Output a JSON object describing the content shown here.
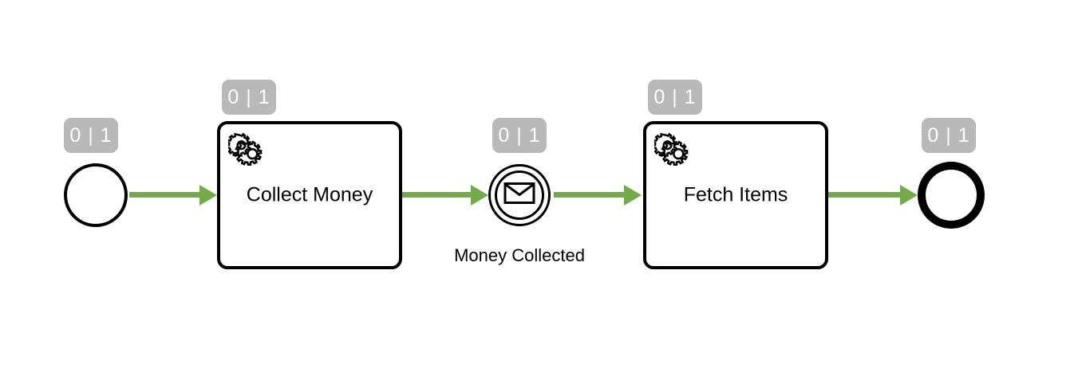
{
  "diagram": {
    "type": "bpmn-process",
    "token_badge_text": "0 | 1",
    "colors": {
      "flow": "#70ad47",
      "badge_bg": "#b9b9b9",
      "badge_text": "#ffffff",
      "stroke": "#000000",
      "canvas": "#ffffff"
    }
  },
  "nodes": {
    "start_event": {
      "name": "start-event",
      "kind": "start-event",
      "badge": "0 | 1",
      "label": ""
    },
    "task_collect_money": {
      "name": "collect-money",
      "kind": "service-task",
      "badge": "0 | 1",
      "label": "Collect Money",
      "icon": "gears-icon"
    },
    "event_money_collected": {
      "name": "money-collected",
      "kind": "intermediate-message-catch-event",
      "badge": "0 | 1",
      "label": "Money Collected",
      "icon": "envelope-icon"
    },
    "task_fetch_items": {
      "name": "fetch-items",
      "kind": "service-task",
      "badge": "0 | 1",
      "label": "Fetch Items",
      "icon": "gears-icon"
    },
    "end_event": {
      "name": "end-event",
      "kind": "end-event",
      "badge": "0 | 1",
      "label": ""
    }
  },
  "flows": [
    {
      "name": "flow-start-to-collect",
      "from": "start_event",
      "to": "task_collect_money"
    },
    {
      "name": "flow-collect-to-money",
      "from": "task_collect_money",
      "to": "event_money_collected"
    },
    {
      "name": "flow-money-to-fetch",
      "from": "event_money_collected",
      "to": "task_fetch_items"
    },
    {
      "name": "flow-fetch-to-end",
      "from": "task_fetch_items",
      "to": "end_event"
    }
  ]
}
